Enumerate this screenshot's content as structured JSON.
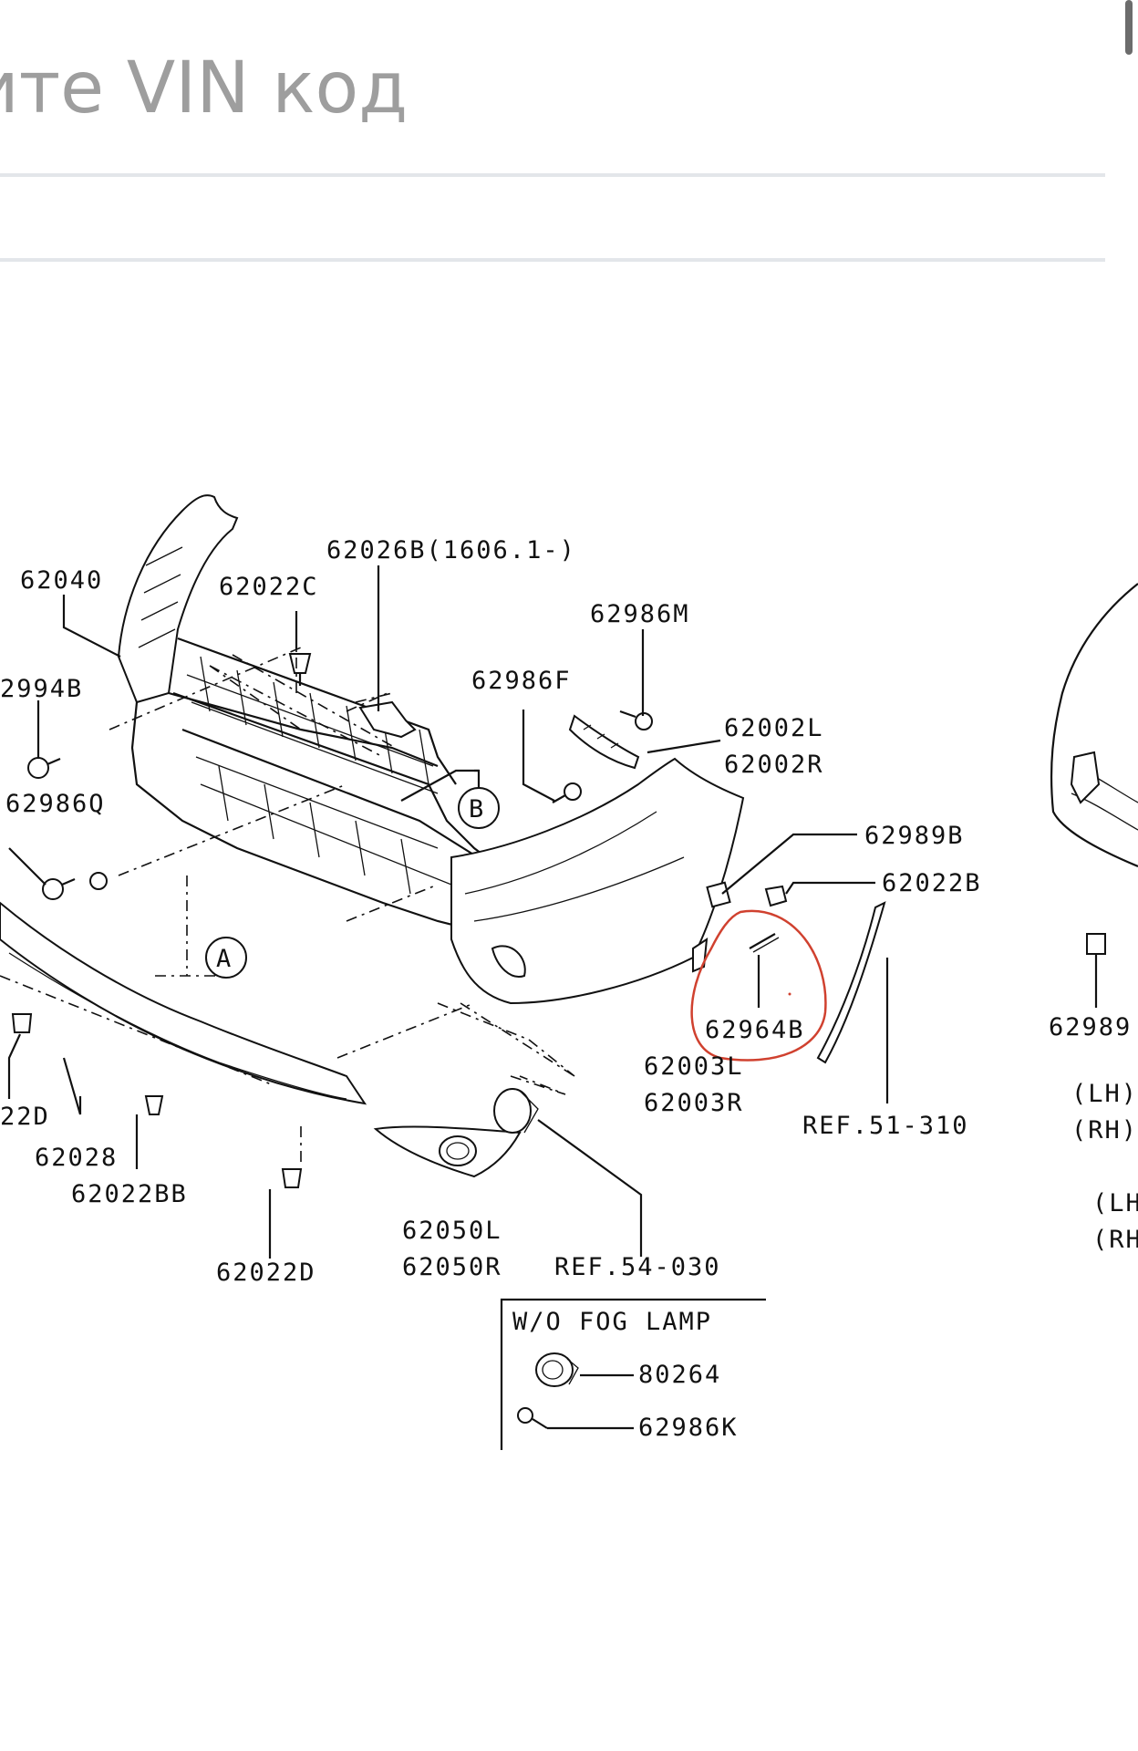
{
  "search": {
    "placeholder": "ите VIN код"
  },
  "diagram": {
    "labels": {
      "p62040": "62040",
      "p62022C": "62022C",
      "p62026B": "62026B(1606.1-)",
      "p62986M": "62986M",
      "p62994B": "2994B",
      "p62986F": "62986F",
      "p62002L": "62002L",
      "p62002R": "62002R",
      "p62986Q": "62986Q",
      "markerB": "B",
      "p62989B": "62989B",
      "p62022B": "62022B",
      "markerA": "A",
      "p62964B": "62964B",
      "p62003L": "62003L",
      "p62003R": "62003R",
      "p62022D_left": "22D",
      "ref51310": "REF.51-310",
      "p62028": "62028",
      "p62022BB": "62022BB",
      "p62050L": "62050L",
      "p62050R": "62050R",
      "ref54030": "REF.54-030",
      "p62022D": "62022D",
      "fog_title": "W/O FOG LAMP",
      "p80264": "80264",
      "p62986K": "62986K",
      "right_62989": "62989",
      "right_lh1": "(LH)",
      "right_rh1": "(RH)",
      "right_lh2": "(LH",
      "right_rh2": "(RH"
    },
    "highlight_color": "#d0412f",
    "line_color": "#111111"
  }
}
